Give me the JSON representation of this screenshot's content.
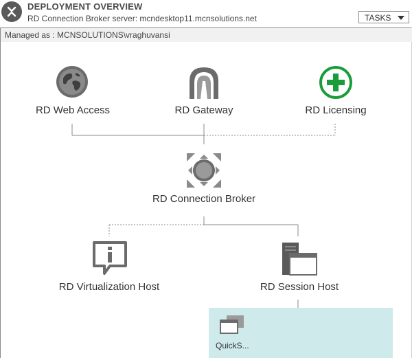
{
  "header": {
    "title": "DEPLOYMENT OVERVIEW",
    "subtitle": "RD Connection Broker server: mcndesktop11.mcnsolutions.net",
    "tasks_label": "TASKS",
    "icon": "expand-collapse-icon"
  },
  "managed_as": "Managed as : MCNSOLUTIONS\\vraghuvansi",
  "nodes": {
    "web_access": {
      "label": "RD Web Access",
      "icon": "globe-icon"
    },
    "gateway": {
      "label": "RD Gateway",
      "icon": "gateway-tunnel-icon"
    },
    "licensing": {
      "label": "RD Licensing",
      "icon": "add-circle-icon"
    },
    "broker": {
      "label": "RD Connection Broker",
      "icon": "connection-broker-icon"
    },
    "virtualization": {
      "label": "RD Virtualization Host",
      "icon": "info-callout-icon"
    },
    "session_host": {
      "label": "RD Session Host",
      "icon": "server-window-icon"
    }
  },
  "collection": {
    "label": "QuickS...",
    "icon": "collection-windows-icon"
  },
  "colors": {
    "licensing_green": "#1a9c3a",
    "icon_gray": "#6b6b6b",
    "collection_bg": "#cfeaea",
    "line": "#8a8a8a"
  }
}
